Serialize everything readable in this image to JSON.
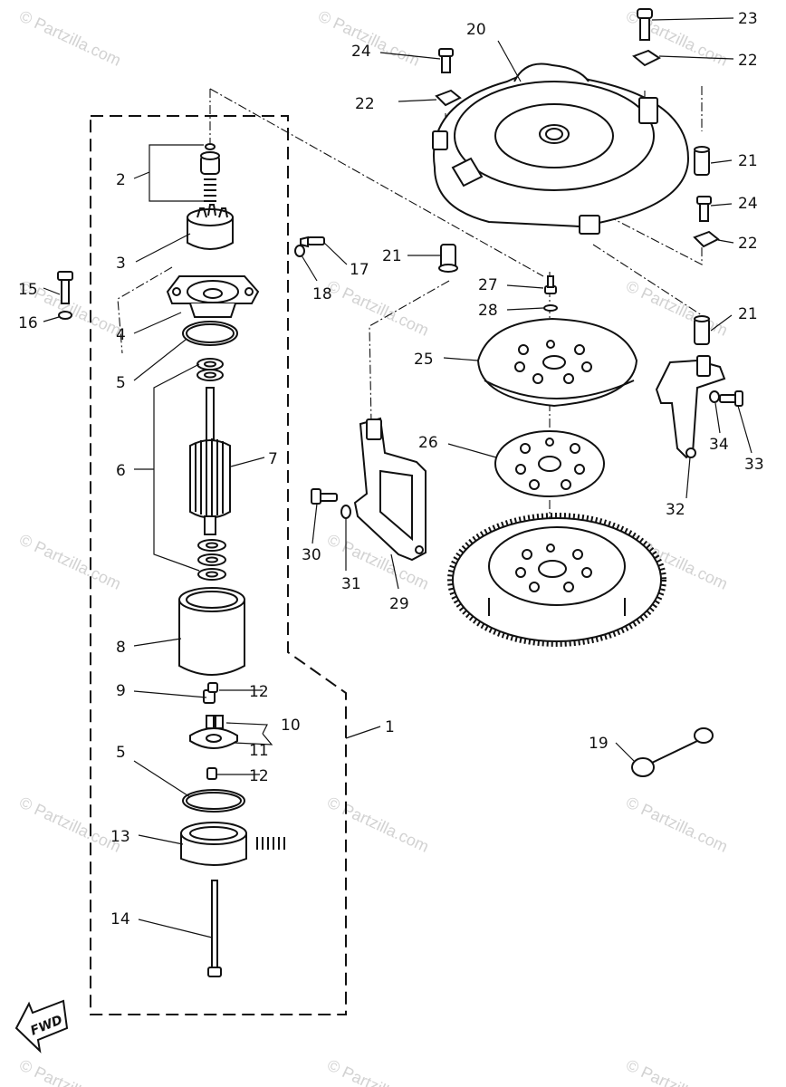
{
  "watermark": "© Partzilla.com",
  "fwd_label": "FWD",
  "labels": {
    "l1": "1",
    "l2": "2",
    "l3": "3",
    "l4": "4",
    "l5a": "5",
    "l5b": "5",
    "l6": "6",
    "l7": "7",
    "l8": "8",
    "l9": "9",
    "l10": "10",
    "l11": "11",
    "l12a": "12",
    "l12b": "12",
    "l13": "13",
    "l14": "14",
    "l15": "15",
    "l16": "16",
    "l17": "17",
    "l18": "18",
    "l19": "19",
    "l20": "20",
    "l21a": "21",
    "l21b": "21",
    "l21c": "21",
    "l22a": "22",
    "l22b": "22",
    "l22c": "22",
    "l23": "23",
    "l24a": "24",
    "l24b": "24",
    "l25": "25",
    "l26": "26",
    "l27": "27",
    "l28": "28",
    "l29": "29",
    "l30": "30",
    "l31": "31",
    "l32": "32",
    "l33": "33",
    "l34": "34"
  }
}
